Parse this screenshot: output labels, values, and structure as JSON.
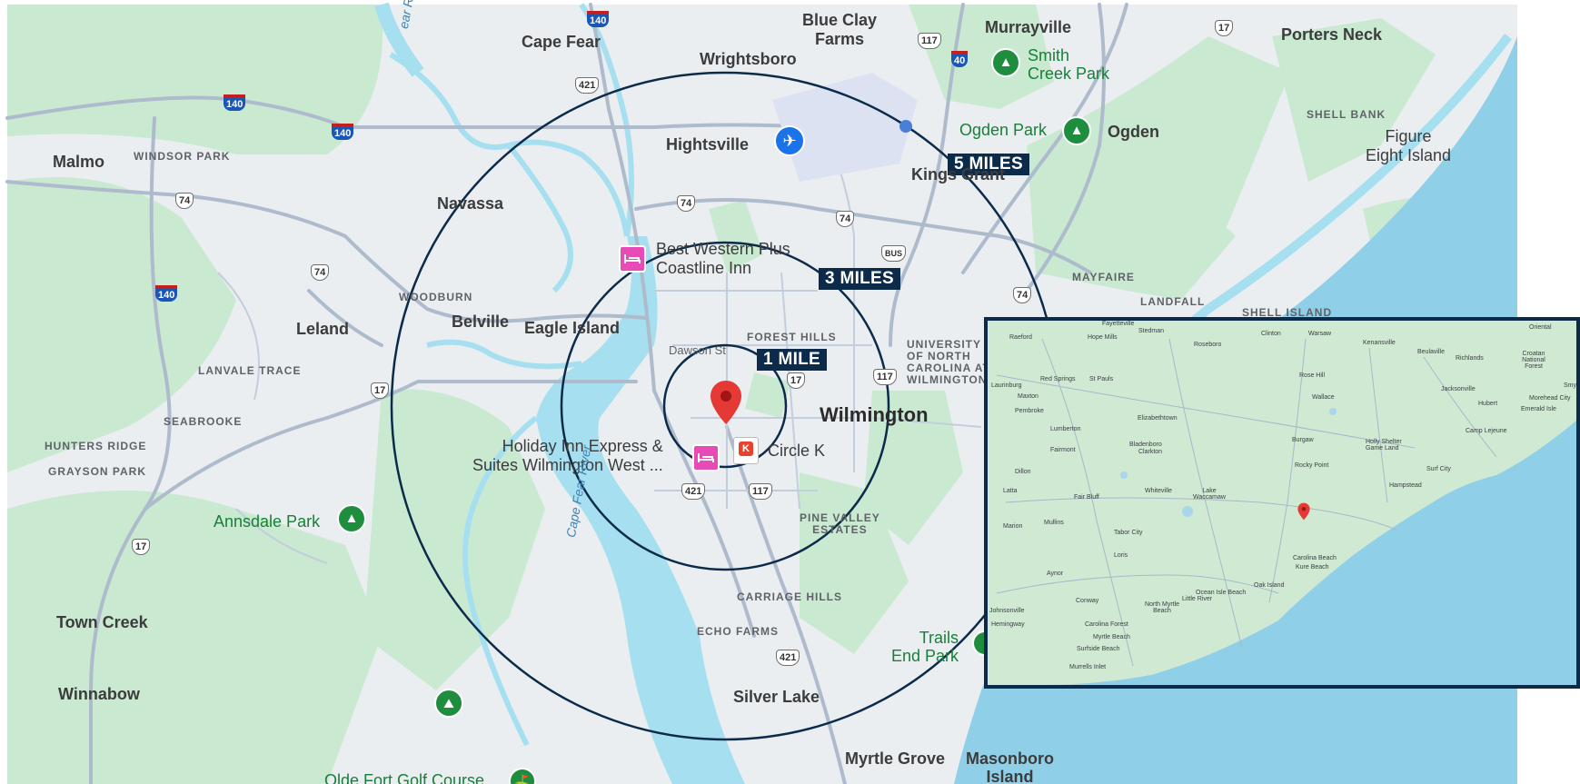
{
  "colors": {
    "ring": "#0c2b4a",
    "land": "#e9eef0",
    "green": "#c7e8cf",
    "water": "#8fd0e8",
    "river": "#a6dff0",
    "road": "#a9b6c9",
    "pin": "#e53935",
    "lodging": "#e64bb6",
    "park_icon": "#1e8e3e"
  },
  "rings": {
    "one": "1 MILE",
    "three": "3 MILES",
    "five": "5 MILES"
  },
  "pois": {
    "best_western_line1": "Best Western Plus",
    "best_western_line2": "Coastline Inn",
    "holiday_inn_line1": "Holiday Inn Express &",
    "holiday_inn_line2": "Suites Wilmington West ...",
    "circle_k": "Circle K"
  },
  "places": {
    "cape_fear": "Cape Fear",
    "blue_clay_1": "Blue Clay",
    "blue_clay_2": "Farms",
    "murrayville": "Murrayville",
    "porters_neck": "Porters Neck",
    "wrightsboro": "Wrightsboro",
    "smith_creek_1": "Smith",
    "smith_creek_2": "Creek Park",
    "ogden_park": "Ogden Park",
    "ogden": "Ogden",
    "shell_bank": "SHELL BANK",
    "figure_eight_1": "Figure",
    "figure_eight_2": "Eight Island",
    "malmo": "Malmo",
    "windsor_park": "WINDSOR PARK",
    "hightsville": "Hightsville",
    "kings_grant": "Kings Grant",
    "navassa": "Navassa",
    "mayfaire": "MAYFAIRE",
    "landfall": "LANDFALL",
    "shell_island": "SHELL ISLAND",
    "woodburn": "WOODBURN",
    "leland": "Leland",
    "belville": "Belville",
    "eagle_island": "Eagle Island",
    "forest_hills": "FOREST HILLS",
    "dawson_st": "Dawson St",
    "uncw_1": "UNIVERSITY",
    "uncw_2": "OF NORTH",
    "uncw_3": "CAROLINA AT",
    "uncw_4": "WILMINGTON",
    "lanvale_trace": "LANVALE TRACE",
    "wilmington": "Wilmington",
    "seabrooke": "SEABROOKE",
    "hunters_ridge": "HUNTERS RIDGE",
    "grayson_park": "GRAYSON PARK",
    "annsdale_park": "Annsdale Park",
    "pine_valley_1": "PINE VALLEY",
    "pine_valley_2": "ESTATES",
    "cape_fear_river": "Cape Fear River",
    "town_creek": "Town Creek",
    "carriage_hills": "CARRIAGE HILLS",
    "echo_farms": "ECHO FARMS",
    "trails_end_1": "Trails",
    "trails_end_2": "End Park",
    "winnabow": "Winnabow",
    "silver_lake": "Silver Lake",
    "myrtle_grove": "Myrtle Grove",
    "masonboro_1": "Masonboro",
    "masonboro_2": "Island",
    "olde_fort": "Olde Fort Golf Course",
    "river_top": "ear River"
  },
  "shields": {
    "i140_a": "140",
    "i140_b": "140",
    "i140_c": "140",
    "i140_d": "140",
    "i40": "40",
    "us421_a": "421",
    "us421_b": "421",
    "us421_c": "421",
    "us117_a": "117",
    "us117_b": "117",
    "us117_c": "117",
    "us17_a": "17",
    "us17_b": "17",
    "us17_c": "17",
    "us17_d": "17",
    "us74_a": "74",
    "us74_b": "74",
    "us74_c": "74",
    "us74_d": "74",
    "us74_e": "74",
    "bus": "BUS"
  },
  "inset": {
    "places": [
      "Raeford",
      "Hope Mills",
      "Stedman",
      "Roseboro",
      "Clinton",
      "Warsaw",
      "Kenansville",
      "Beulaville",
      "Richlands",
      "Croatan National Forest",
      "Oriental",
      "Fayetteville",
      "Red Springs",
      "St Pauls",
      "Rose Hill",
      "Jacksonville",
      "Laurinburg",
      "Maxton",
      "Pembroke",
      "Lumberton",
      "Elizabethtown",
      "Wallace",
      "Hubert",
      "Emerald Isle",
      "Morehead City",
      "Bladenboro",
      "Burgaw",
      "Holly Shelter Game Land",
      "Camp Lejeune",
      "Fairmont",
      "Clarkton",
      "Dillon",
      "Rocky Point",
      "Surf City",
      "Latta",
      "Fair Bluff",
      "Whiteville",
      "Lake Waccamaw",
      "Hampstead",
      "Marion",
      "Mullins",
      "Tabor City",
      "Loris",
      "Aynor",
      "Carolina Beach",
      "Kure Beach",
      "Ocean Isle Beach",
      "Oak Island",
      "Little River",
      "Conway",
      "North Myrtle Beach",
      "Johnsonville",
      "Hemingway",
      "Carolina Forest",
      "Myrtle Beach",
      "Surfside Beach",
      "Murrells Inlet",
      "Smy"
    ]
  }
}
